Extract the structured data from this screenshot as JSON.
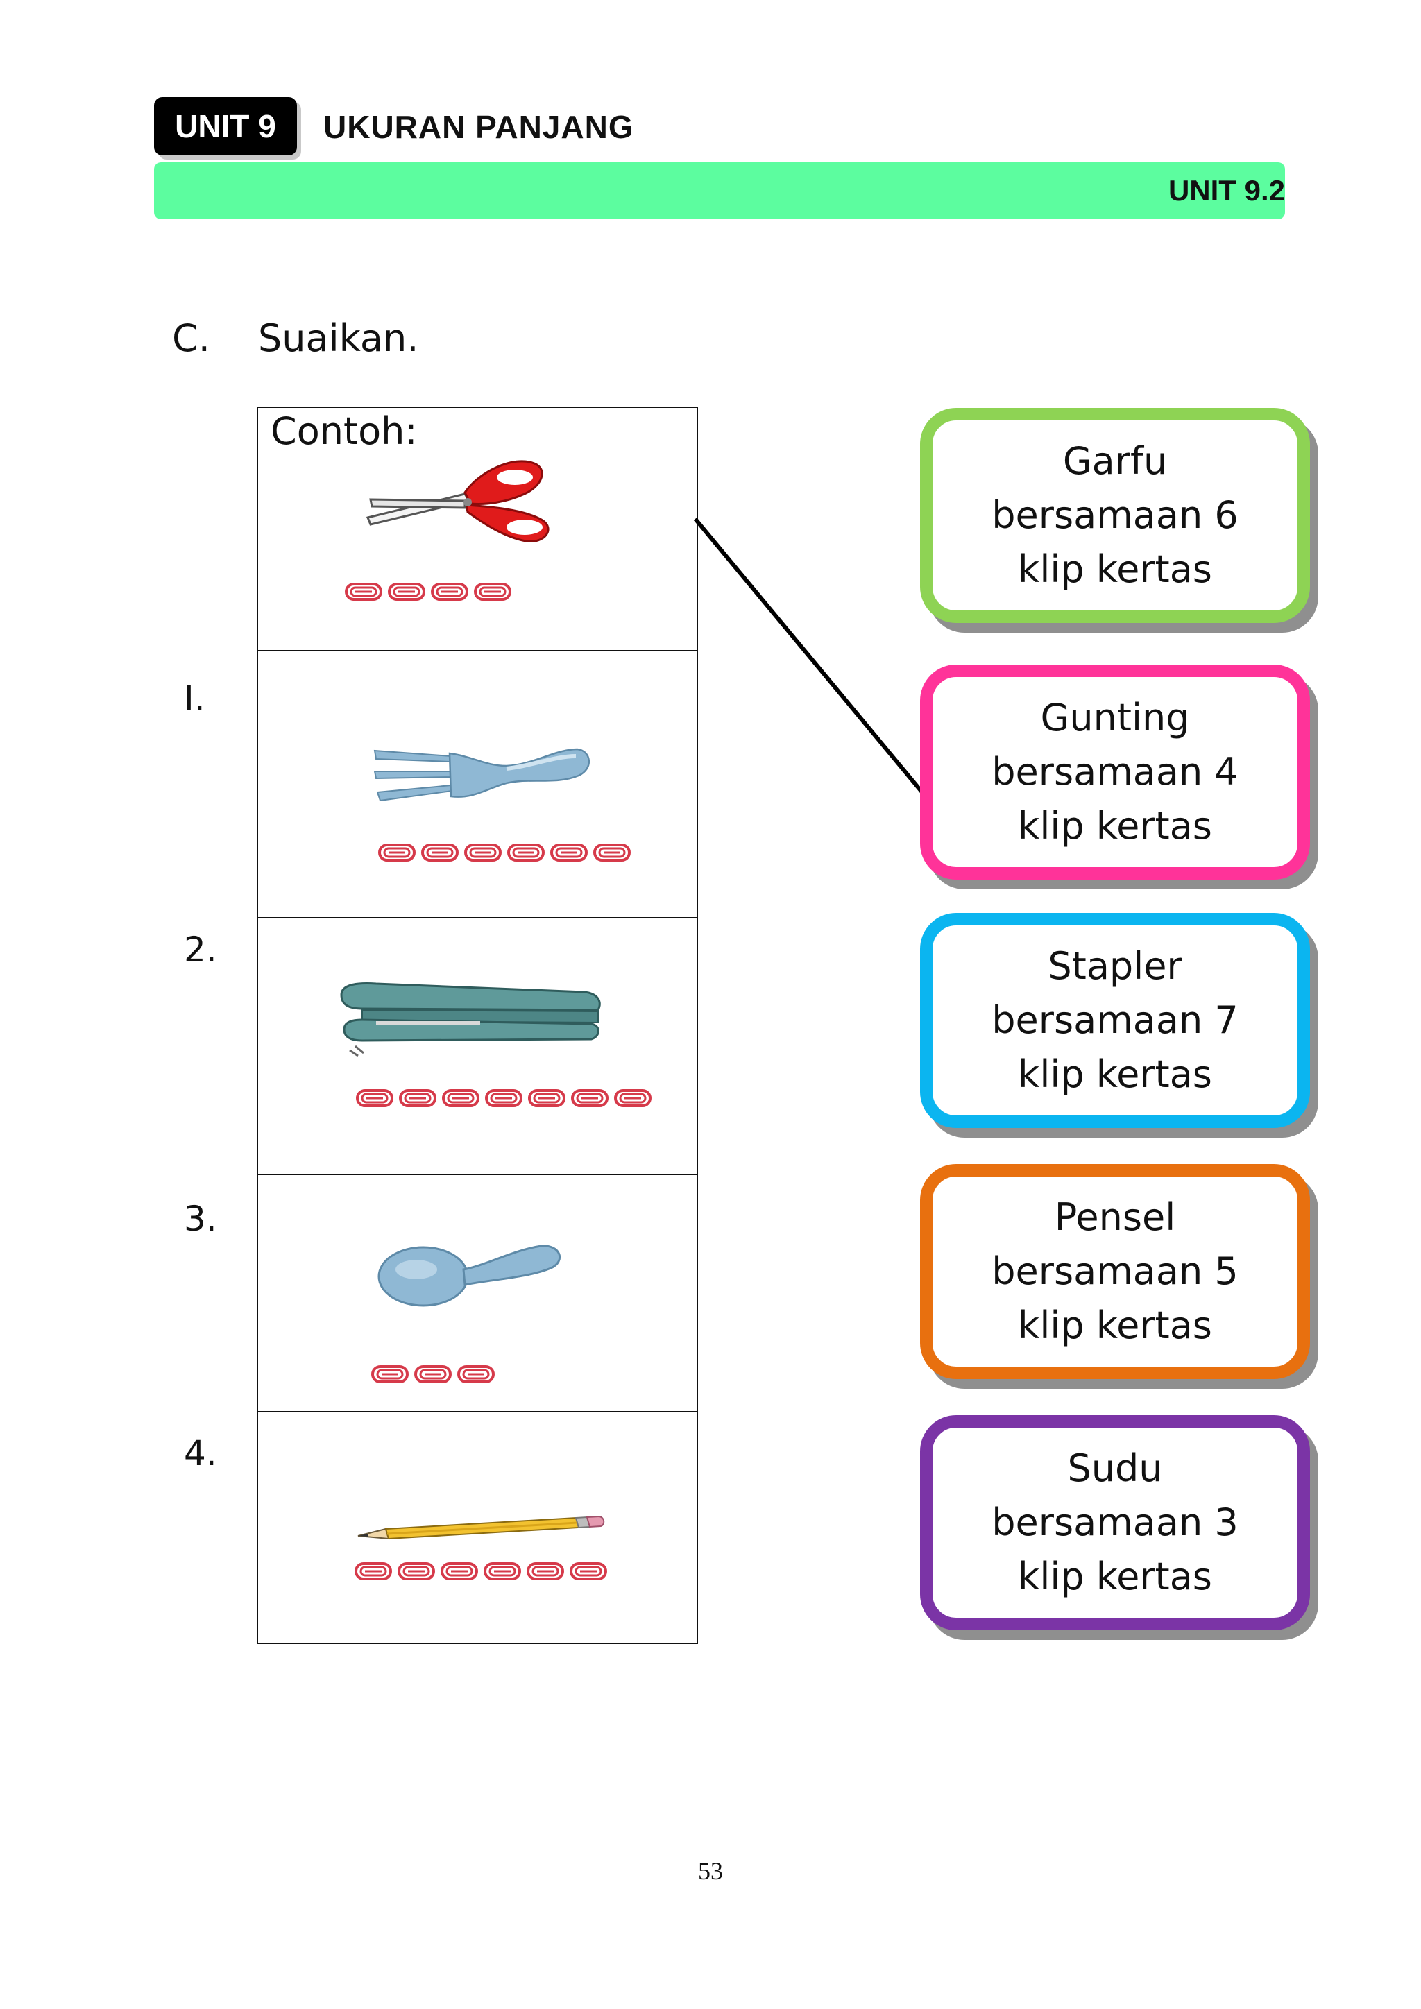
{
  "header": {
    "unit_badge": "UNIT 9",
    "unit_title": "UKURAN PANJANG",
    "subunit": "UNIT 9.2"
  },
  "instruction": {
    "letter": "C.",
    "text": "Suaikan."
  },
  "example_label": "Contoh:",
  "items": [
    {
      "number": "I.",
      "object": "fork",
      "clip_count": 6
    },
    {
      "number": "2.",
      "object": "stapler",
      "clip_count": 7
    },
    {
      "number": "3.",
      "object": "spoon",
      "clip_count": 3
    },
    {
      "number": "4.",
      "object": "pencil",
      "clip_count": 6
    }
  ],
  "example_item": {
    "object": "scissors",
    "clip_count": 4
  },
  "answers": [
    {
      "line1": "Garfu",
      "line2": "bersamaan 6",
      "line3": "klip kertas",
      "color": "#8ed354"
    },
    {
      "line1": "Gunting",
      "line2": "bersamaan 4",
      "line3": "klip kertas",
      "color": "#ff3399"
    },
    {
      "line1": "Stapler",
      "line2": "bersamaan 7",
      "line3": "klip kertas",
      "color": "#0bb5f0"
    },
    {
      "line1": "Pensel",
      "line2": "bersamaan 5",
      "line3": "klip kertas",
      "color": "#e8700f"
    },
    {
      "line1": "Sudu",
      "line2": "bersamaan 3",
      "line3": "klip kertas",
      "color": "#7b34a6"
    }
  ],
  "colors": {
    "green_bar": "#5cfd9f",
    "clip": "#d63a4a",
    "utensil": "#8fb8d4",
    "stapler": "#5f9a9a",
    "pencil": "#f2c230"
  },
  "page_number": "53"
}
